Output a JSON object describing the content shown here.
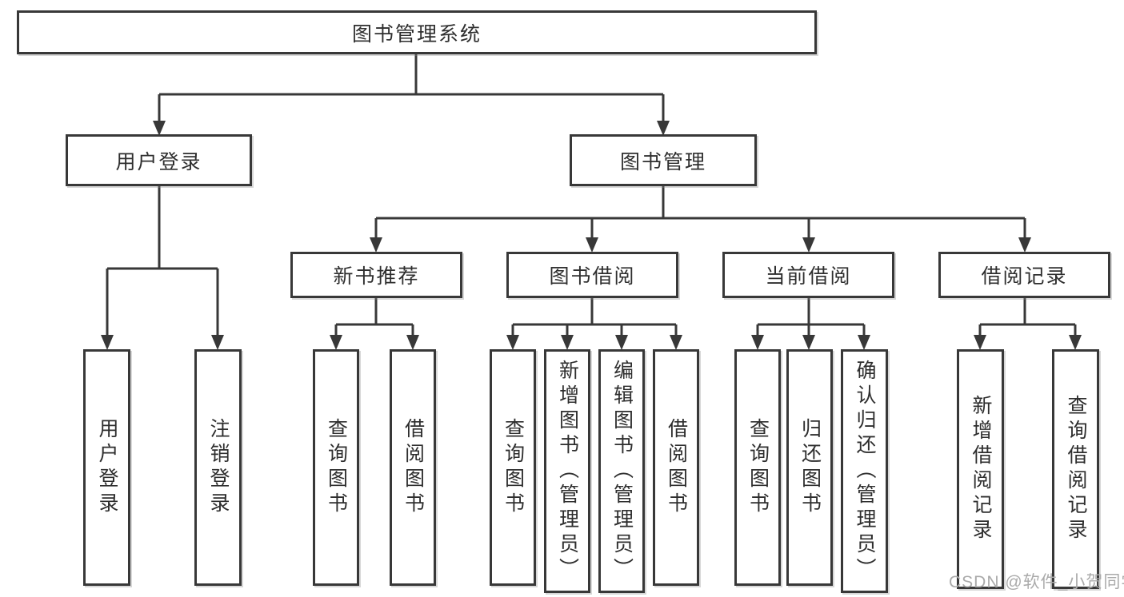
{
  "diagram_title": "图书管理系统",
  "tree": {
    "root": {
      "label": "图书管理系统",
      "children": [
        {
          "label": "用户登录",
          "children": [
            {
              "label": "用户登录"
            },
            {
              "label": "注销登录"
            }
          ]
        },
        {
          "label": "图书管理",
          "children": [
            {
              "label": "新书推荐",
              "children": [
                {
                  "label": "查询图书"
                },
                {
                  "label": "借阅图书"
                }
              ]
            },
            {
              "label": "图书借阅",
              "children": [
                {
                  "label": "查询图书"
                },
                {
                  "label": "新增图书（管理员）"
                },
                {
                  "label": "编辑图书（管理员）"
                },
                {
                  "label": "借阅图书"
                }
              ]
            },
            {
              "label": "当前借阅",
              "children": [
                {
                  "label": "查询图书"
                },
                {
                  "label": "归还图书"
                },
                {
                  "label": "确认归还（管理员）"
                }
              ]
            },
            {
              "label": "借阅记录",
              "children": [
                {
                  "label": "新增借阅记录"
                },
                {
                  "label": "查询借阅记录"
                }
              ]
            }
          ]
        }
      ]
    }
  },
  "watermark": {
    "text": "CSDN @软件_小贺同学"
  },
  "colors": {
    "background": "#ffffff",
    "line": "#383838",
    "box_border": "#383838",
    "text": "#2e2e2e",
    "watermark": "#aaaaaa"
  }
}
